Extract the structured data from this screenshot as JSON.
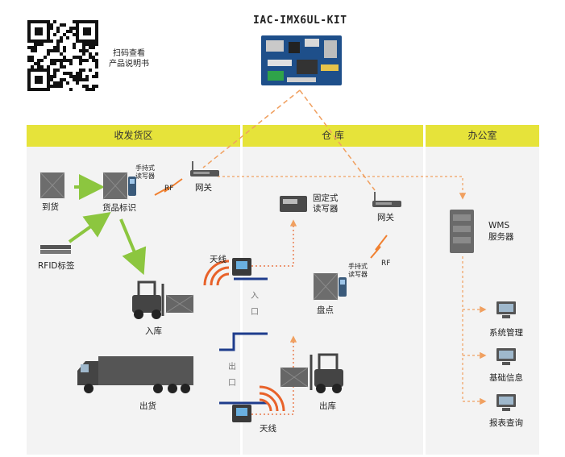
{
  "header": {
    "title": "IAC-IMX6UL-KIT",
    "qr_caption_line1": "扫码查看",
    "qr_caption_line2": "产品说明书"
  },
  "zones": [
    {
      "id": "receiving",
      "label": "收发货区"
    },
    {
      "id": "warehouse",
      "label": "仓 库"
    },
    {
      "id": "office",
      "label": "办公室"
    }
  ],
  "labels": {
    "arrival": "到货",
    "goods_tag": "货品标识",
    "rfid_tag": "RFID标签",
    "handheld_1": "手持式",
    "handheld_2": "读写器",
    "rf": "RF",
    "gateway": "网关",
    "antenna": "天线",
    "inbound": "入库",
    "shipping": "出货",
    "fixed_reader_1": "固定式",
    "fixed_reader_2": "读写器",
    "gateway2": "网关",
    "inventory": "盘点",
    "handheld2_1": "手持式",
    "handheld2_2": "读写器",
    "rf2": "RF",
    "outbound": "出库",
    "antenna2": "天线",
    "entrance_1": "入",
    "entrance_2": "口",
    "exit_1": "出",
    "exit_2": "口",
    "wms_1": "WMS",
    "wms_2": "服务器",
    "sys_mgmt": "系统管理",
    "base_info": "基础信息",
    "report_query": "报表查询"
  },
  "colors": {
    "zone_header": "#e6e33a",
    "zone_bg": "#f3f3f3",
    "green_arrow": "#8cc63f",
    "orange_dash": "#f0a060",
    "antenna_wave": "#e8622a",
    "rf_bolt": "#f08030"
  }
}
